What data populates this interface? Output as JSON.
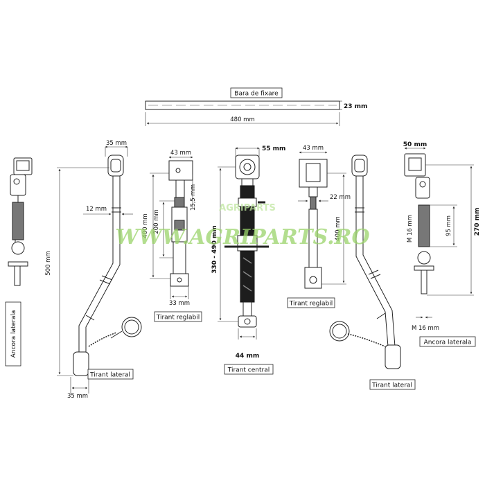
{
  "colors": {
    "ink": "#222222",
    "watermark": "#9ad36a",
    "watermark_light": "#bfe6a0"
  },
  "watermark": {
    "text": "WWW.AGRIPARTS.RO",
    "logo": "AGRIPARTS"
  },
  "bara": {
    "caption": "Bara de fixare",
    "dim_d": "23 mm",
    "dim_len": "480 mm"
  },
  "ancora_left": {
    "caption": "Ancora laterala"
  },
  "tirant_lat_left": {
    "caption": "Tirant lateral",
    "dim_top": "35 mm",
    "dim_pin": "12 mm",
    "dim_len": "500 mm",
    "dim_bottom": "35 mm"
  },
  "tirant_reg_left": {
    "caption": "Tirant reglabil",
    "dim_top": "43 mm",
    "dim_15": "15,5 mm",
    "dim_400": "400 mm",
    "dim_200": "200 mm",
    "dim_bottom": "33 mm"
  },
  "tirant_central": {
    "caption": "Tirant central",
    "dim_top": "55 mm",
    "dim_range": "330 - 490 mm",
    "dim_bottom": "44 mm"
  },
  "tirant_reg_right": {
    "caption": "Tirant reglabil",
    "dim_top": "43 mm",
    "dim_22": "22 mm",
    "dim_400": "400 mm"
  },
  "tirant_lat_right": {
    "caption": "Tirant lateral"
  },
  "ancora_right": {
    "caption": "Ancora laterala",
    "dim_top": "50 mm",
    "dim_m16": "M 16 mm",
    "dim_95": "95 mm",
    "dim_270": "270 mm",
    "dim_m16_bottom": "M 16 mm"
  }
}
